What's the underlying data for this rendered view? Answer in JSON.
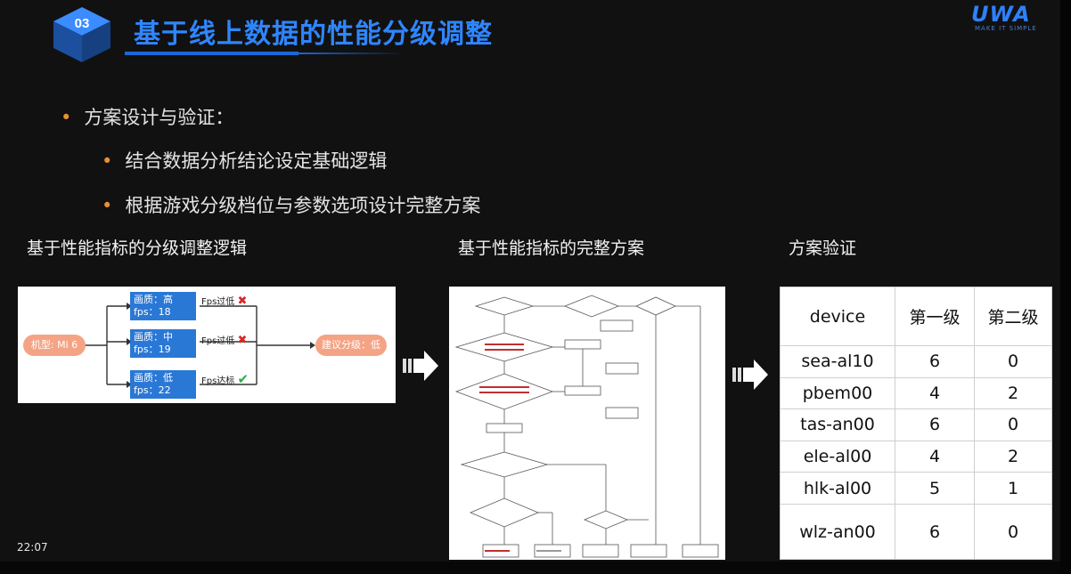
{
  "header": {
    "title": "基于线上数据的性能分级调整",
    "brand": "UWA",
    "brand_tagline": "MAKE IT SIMPLE",
    "cube_badge": "03"
  },
  "bullets": {
    "level1": "方案设计与验证：",
    "level2": [
      "结合数据分析结论设定基础逻辑",
      "根据游戏分级档位与参数选项设计完整方案"
    ]
  },
  "sections": {
    "left_title": "基于性能指标的分级调整逻辑",
    "middle_title": "基于性能指标的完整方案",
    "right_title": "方案验证"
  },
  "flow": {
    "device": "机型: Mi 6",
    "branches": [
      {
        "quality": "画质：高",
        "fps": "fps：18",
        "status": "Fps过低",
        "ok": false
      },
      {
        "quality": "画质：中",
        "fps": "fps：19",
        "status": "Fps过低",
        "ok": false
      },
      {
        "quality": "画质：低",
        "fps": "fps：22",
        "status": "Fps达标",
        "ok": true
      }
    ],
    "result": "建议分级：低"
  },
  "verify_table": {
    "headers": [
      "device",
      "第一级",
      "第二级"
    ],
    "rows": [
      [
        "sea-al10",
        "6",
        "0"
      ],
      [
        "pbem00",
        "4",
        "2"
      ],
      [
        "tas-an00",
        "6",
        "0"
      ],
      [
        "ele-al00",
        "4",
        "2"
      ],
      [
        "hlk-al00",
        "5",
        "1"
      ],
      [
        "wlz-an00",
        "6",
        "0"
      ]
    ]
  },
  "player": {
    "time": "22:07"
  },
  "colors": {
    "title": "#2f86ff",
    "bullet_dot": "#e8922e",
    "flow_box": "#2a78d6",
    "flow_pill": "#f4a485",
    "fail_mark": "#d62a2a",
    "pass_mark": "#2faa4a"
  },
  "icons": {
    "fail": "cross-icon",
    "pass": "check-icon",
    "next": "right-arrow-icon"
  }
}
